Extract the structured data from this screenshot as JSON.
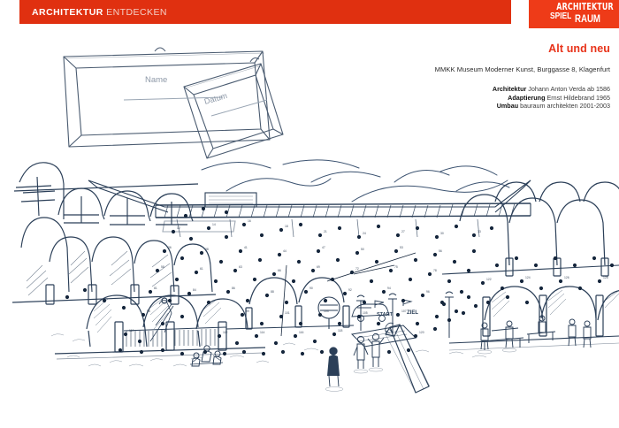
{
  "header": {
    "title_bold": "ARCHITEKTUR",
    "title_light": "ENTDECKEN",
    "bar_color": "#e03010"
  },
  "logo": {
    "line1": "ARCHITEKTUR",
    "line2": "SPIEL",
    "line3": "RAUM",
    "background": "#ee3b18",
    "text_color": "#ffffff"
  },
  "info": {
    "title": "Alt und neu",
    "title_color": "#e8331a",
    "address": "MMKK Museum Moderner Kunst, Burggasse 8, Klagenfurt",
    "credits": [
      {
        "label": "Architektur",
        "value": "Johann Anton Verda ab 1586"
      },
      {
        "label": "Adaptierung",
        "value": "Ernst Hildebrand 1965"
      },
      {
        "label": "Umbau",
        "value": "bauraum architekten 2001-2003"
      }
    ]
  },
  "frames": {
    "name_label": "Name",
    "date_label": "Datum"
  },
  "illustration": {
    "ink_color": "#2b3f58",
    "start_label": "START",
    "goal_label": "ZIEL",
    "description": "dot-to-dot line drawing of an arcaded museum courtyard with canopy roof, seated figures, standing visitors and a large pencil"
  }
}
